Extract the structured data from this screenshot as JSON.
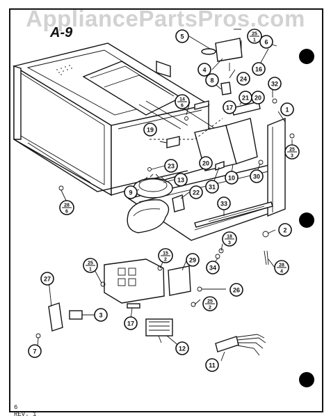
{
  "watermark": "AppliancePartsPros.com",
  "page_label": "A-9",
  "footer": {
    "line1": "6",
    "line2": "REV. 1"
  },
  "callouts": [
    {
      "id": "c5",
      "top": "5"
    },
    {
      "id": "c25a",
      "top": "25",
      "bottom": "1"
    },
    {
      "id": "c6",
      "top": "6"
    },
    {
      "id": "c4",
      "top": "4"
    },
    {
      "id": "c16a",
      "top": "16"
    },
    {
      "id": "c24",
      "top": "24"
    },
    {
      "id": "c8",
      "top": "8"
    },
    {
      "id": "c32",
      "top": "32"
    },
    {
      "id": "c14",
      "top": "14",
      "bottom": "6"
    },
    {
      "id": "c21",
      "top": "21"
    },
    {
      "id": "c20a",
      "top": "20"
    },
    {
      "id": "c17a",
      "top": "17"
    },
    {
      "id": "c1",
      "top": "1"
    },
    {
      "id": "c19",
      "top": "19"
    },
    {
      "id": "c25b",
      "top": "25",
      "bottom": "3"
    },
    {
      "id": "c20b",
      "top": "20"
    },
    {
      "id": "c23",
      "top": "23"
    },
    {
      "id": "c31",
      "top": "31"
    },
    {
      "id": "c10",
      "top": "10"
    },
    {
      "id": "c30",
      "top": "30"
    },
    {
      "id": "c13",
      "top": "13"
    },
    {
      "id": "c9",
      "top": "9"
    },
    {
      "id": "c22",
      "top": "22"
    },
    {
      "id": "c28a",
      "top": "28",
      "bottom": "6"
    },
    {
      "id": "c33",
      "top": "33"
    },
    {
      "id": "c2",
      "top": "2"
    },
    {
      "id": "c18a",
      "top": "18",
      "bottom": "3"
    },
    {
      "id": "c34",
      "top": "34"
    },
    {
      "id": "c28b",
      "top": "28",
      "bottom": "4"
    },
    {
      "id": "c15",
      "top": "15",
      "bottom": "2"
    },
    {
      "id": "c29",
      "top": "29"
    },
    {
      "id": "c25c",
      "top": "25",
      "bottom": "1"
    },
    {
      "id": "c27",
      "top": "27"
    },
    {
      "id": "c26",
      "top": "26"
    },
    {
      "id": "c25d",
      "top": "25",
      "bottom": "2"
    },
    {
      "id": "c3",
      "top": "3"
    },
    {
      "id": "c17b",
      "top": "17"
    },
    {
      "id": "c12",
      "top": "12"
    },
    {
      "id": "c7",
      "top": "7"
    },
    {
      "id": "c11",
      "top": "11"
    }
  ]
}
